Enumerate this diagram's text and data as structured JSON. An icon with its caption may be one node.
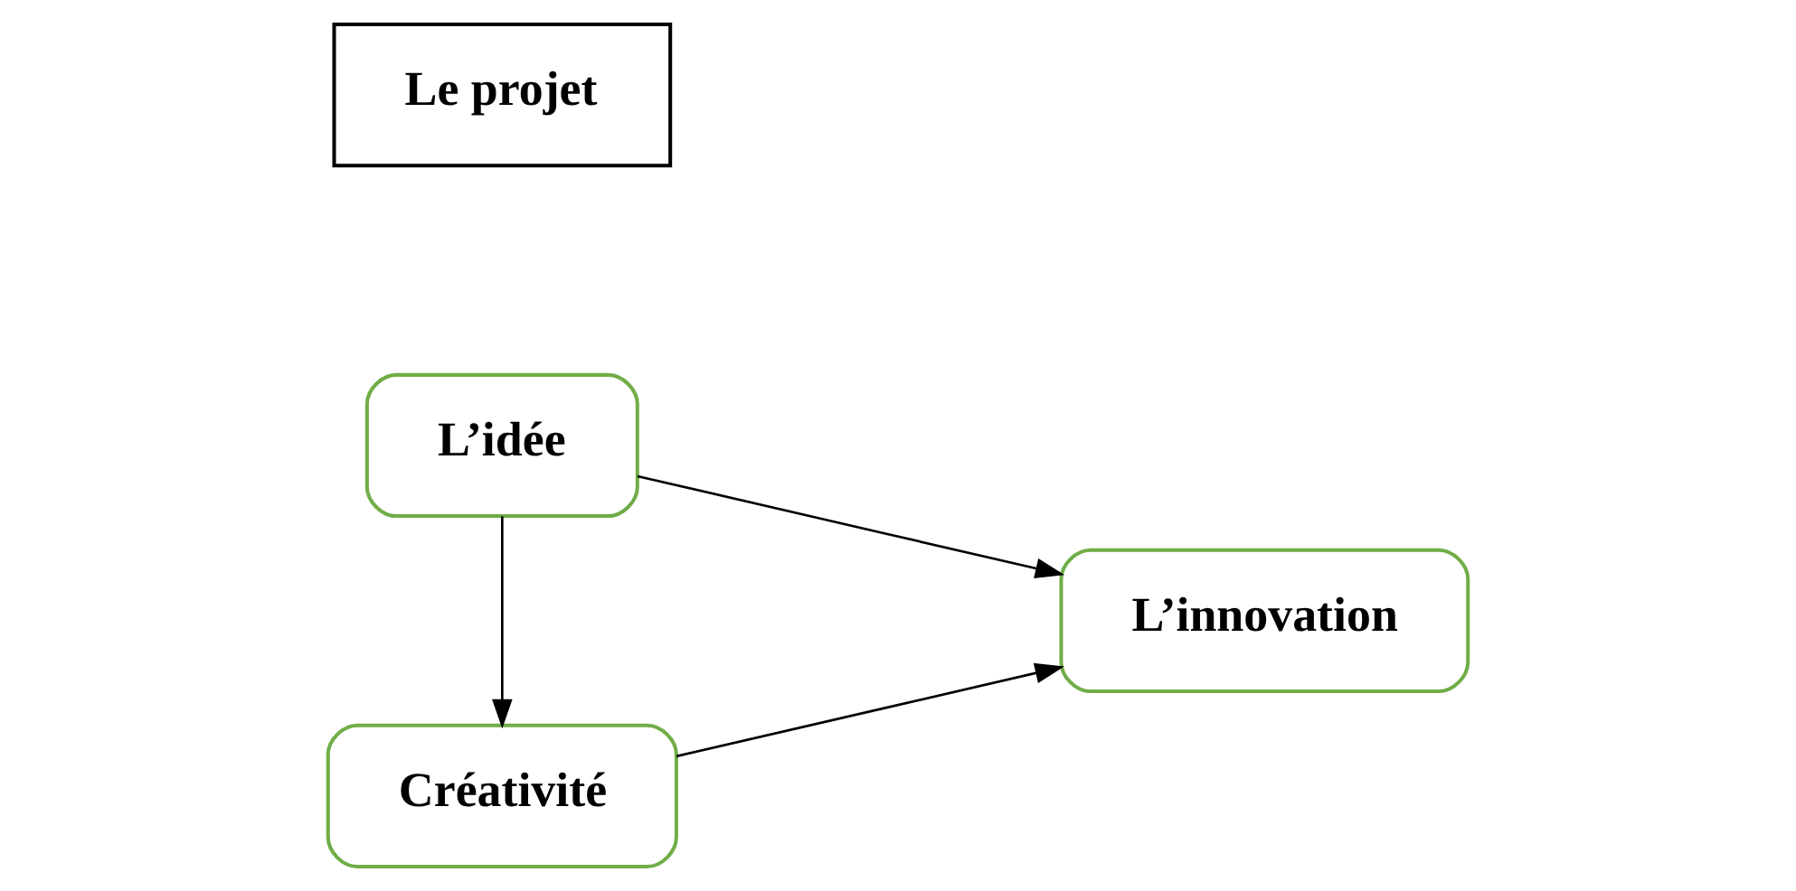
{
  "diagram": {
    "nodes": [
      {
        "text": [
          "L’idée"
        ]
      },
      {
        "text": [
          "Le projet"
        ]
      },
      {
        "text": [
          "L’innovation"
        ]
      },
      {
        "text": [
          "Créativité"
        ]
      }
    ],
    "edges": [
      {
        "from": 0,
        "to": 2,
        "arrow": "to"
      },
      {
        "from": 0,
        "to": 3,
        "arrow": "to"
      },
      {
        "from": 3,
        "to": 2,
        "arrow": "to"
      }
    ]
  }
}
